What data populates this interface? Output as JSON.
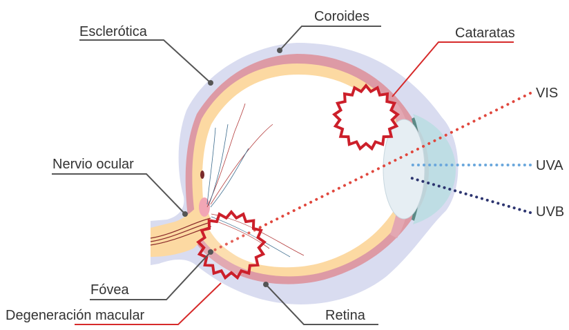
{
  "labels": {
    "sclera": "Esclerótica",
    "choroid": "Coroides",
    "cataracts": "Cataratas",
    "optic_nerve": "Nervio ocular",
    "fovea": "Fóvea",
    "macular_degeneration": "Degeneración macular",
    "retina": "Retina",
    "vis": "VIS",
    "uva": "UVA",
    "uvb": "UVB"
  },
  "colors": {
    "sclera": "#d9dcf0",
    "choroid": "#d98f9b",
    "retina": "#fcd9a2",
    "damage": "#cc1f2a",
    "vis_ray": "#e0473d",
    "uva_ray": "#6aa7dc",
    "uvb_ray": "#2d3570",
    "leader_gray": "#555555",
    "leader_red": "#d62a2a",
    "cornea": "#b8dde2",
    "lens": "#e6eef3",
    "text": "#333333"
  }
}
